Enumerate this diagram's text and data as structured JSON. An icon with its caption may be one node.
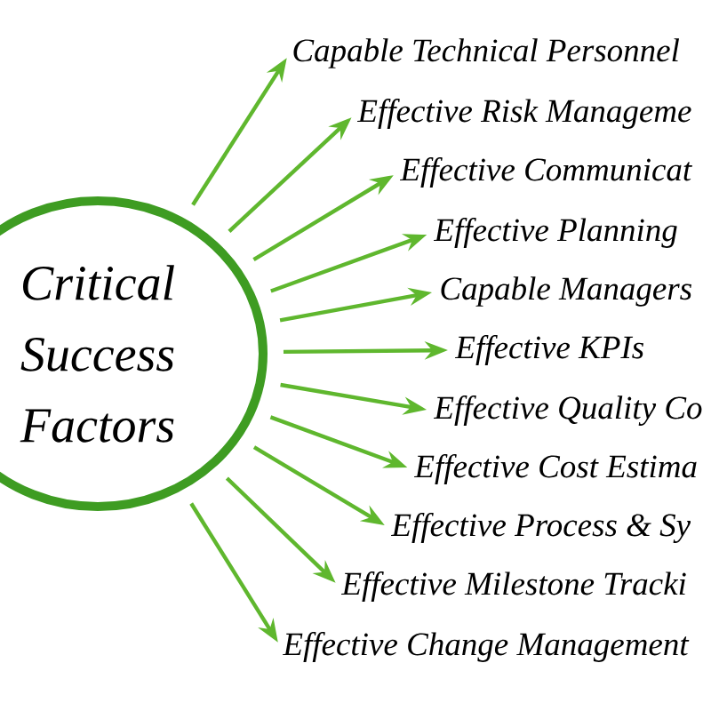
{
  "diagram": {
    "nodes": [
      {
        "text": [
          "Critical Success Factors"
        ]
      },
      {
        "text": [
          "Capable Technical Personnel"
        ]
      },
      {
        "text": [
          "Effective Risk Manageme"
        ]
      },
      {
        "text": [
          "Effective Communicat"
        ]
      },
      {
        "text": [
          "Effective Planning"
        ]
      },
      {
        "text": [
          "Capable Managers"
        ]
      },
      {
        "text": [
          "Effective KPIs"
        ]
      },
      {
        "text": [
          "Effective Quality Co"
        ]
      },
      {
        "text": [
          "Effective Cost Estima"
        ]
      },
      {
        "text": [
          "Effective Process & Sy"
        ]
      },
      {
        "text": [
          "Effective Milestone Tracki"
        ]
      },
      {
        "text": [
          "Effective Change Management"
        ]
      }
    ],
    "edges": [
      {
        "from": 0,
        "to": 1,
        "arrow": "to"
      },
      {
        "from": 0,
        "to": 2,
        "arrow": "to"
      },
      {
        "from": 0,
        "to": 3,
        "arrow": "to"
      },
      {
        "from": 0,
        "to": 4,
        "arrow": "to"
      },
      {
        "from": 0,
        "to": 5,
        "arrow": "to"
      },
      {
        "from": 0,
        "to": 6,
        "arrow": "to"
      },
      {
        "from": 0,
        "to": 7,
        "arrow": "to"
      },
      {
        "from": 0,
        "to": 8,
        "arrow": "to"
      },
      {
        "from": 0,
        "to": 9,
        "arrow": "to"
      },
      {
        "from": 0,
        "to": 10,
        "arrow": "to"
      },
      {
        "from": 0,
        "to": 11,
        "arrow": "to"
      }
    ]
  }
}
